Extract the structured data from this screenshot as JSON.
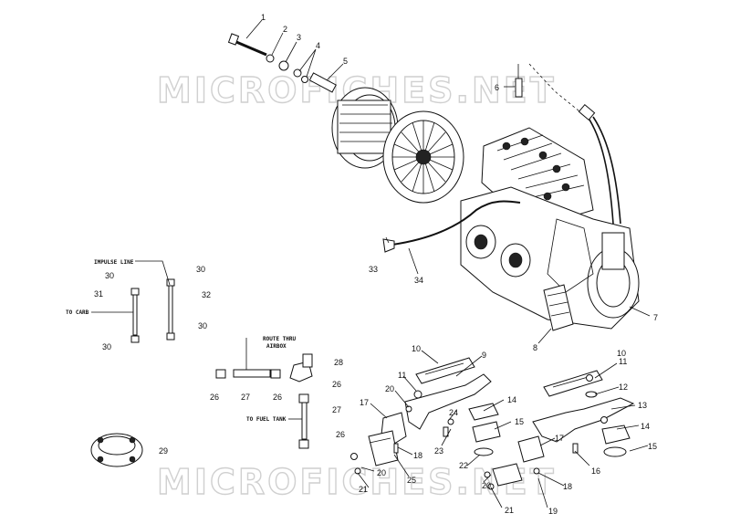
{
  "watermark": "MICROFICHES.NET",
  "notes": {
    "impulse_line": "IMPULSE LINE",
    "to_carb": "TO CARB",
    "route_thru_airbox_1": "ROUTE THRU",
    "route_thru_airbox_2": "AIRBOX",
    "to_fuel_tank": "TO FUEL TANK"
  },
  "callouts": [
    "1",
    "2",
    "3",
    "4",
    "5",
    "6",
    "7",
    "8",
    "9",
    "10",
    "10",
    "11",
    "11",
    "12",
    "13",
    "14",
    "14",
    "15",
    "15",
    "16",
    "17",
    "17",
    "18",
    "18",
    "19",
    "20",
    "20",
    "20",
    "21",
    "21",
    "22",
    "23",
    "24",
    "25",
    "26",
    "26",
    "26",
    "26",
    "27",
    "27",
    "28",
    "29",
    "30",
    "30",
    "30",
    "30",
    "31",
    "32",
    "33",
    "34"
  ]
}
